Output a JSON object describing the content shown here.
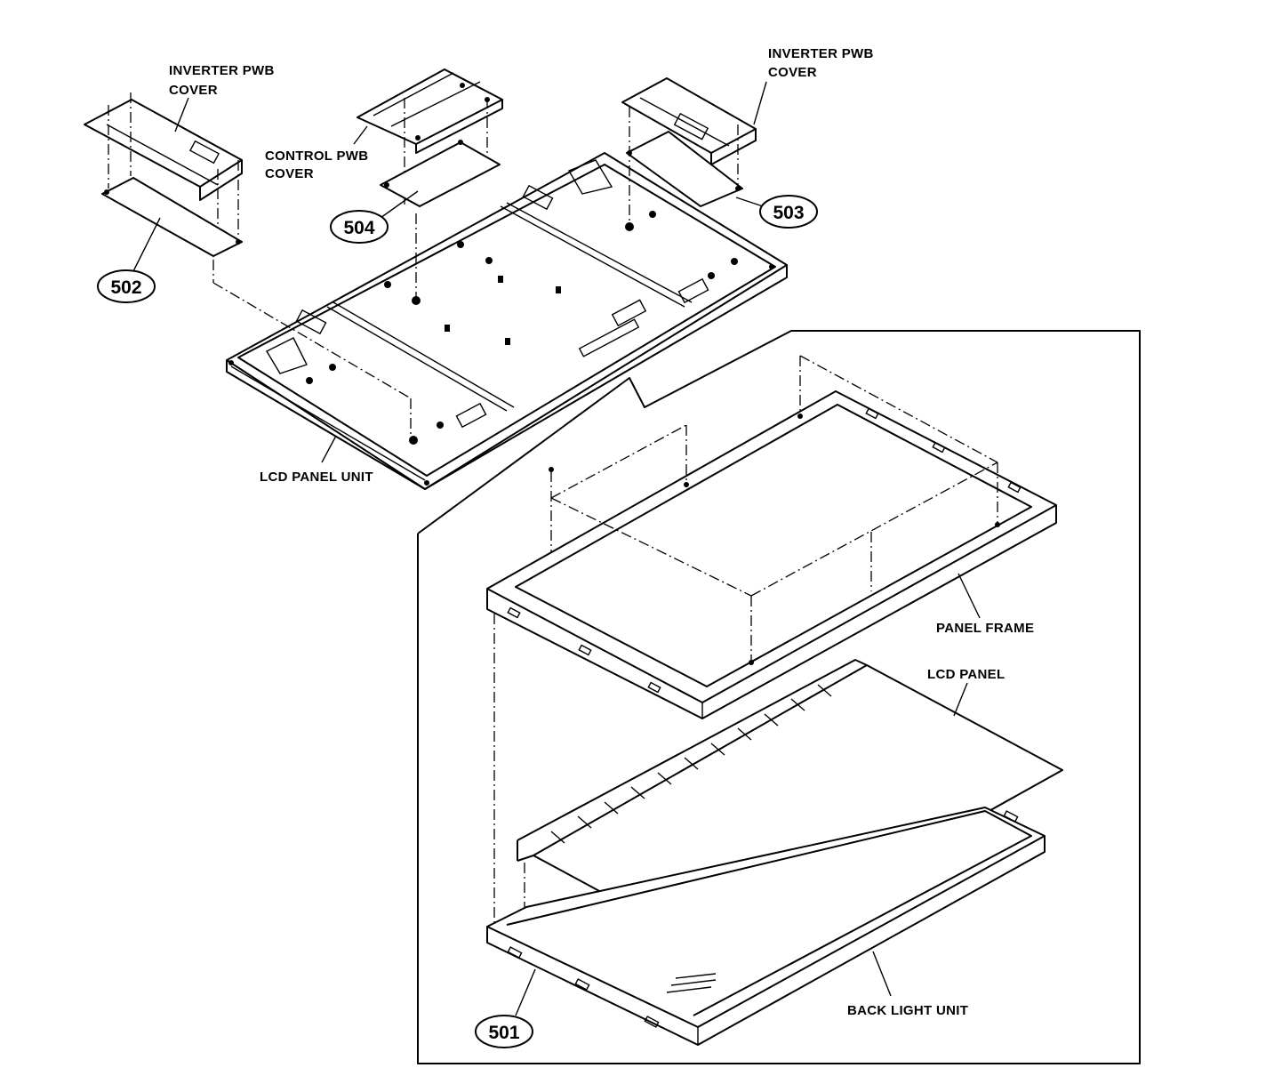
{
  "labels": {
    "inverter_pwb_cover_left": [
      "INVERTER PWB",
      "COVER"
    ],
    "control_pwb_cover": [
      "CONTROL PWB",
      "COVER"
    ],
    "inverter_pwb_cover_right": [
      "INVERTER PWB",
      "COVER"
    ],
    "lcd_panel_unit": "LCD PANEL UNIT",
    "panel_frame": "PANEL FRAME",
    "lcd_panel": "LCD PANEL",
    "back_light_unit": "BACK LIGHT UNIT"
  },
  "callouts": {
    "c502": "502",
    "c503": "503",
    "c504": "504",
    "c501": "501"
  }
}
